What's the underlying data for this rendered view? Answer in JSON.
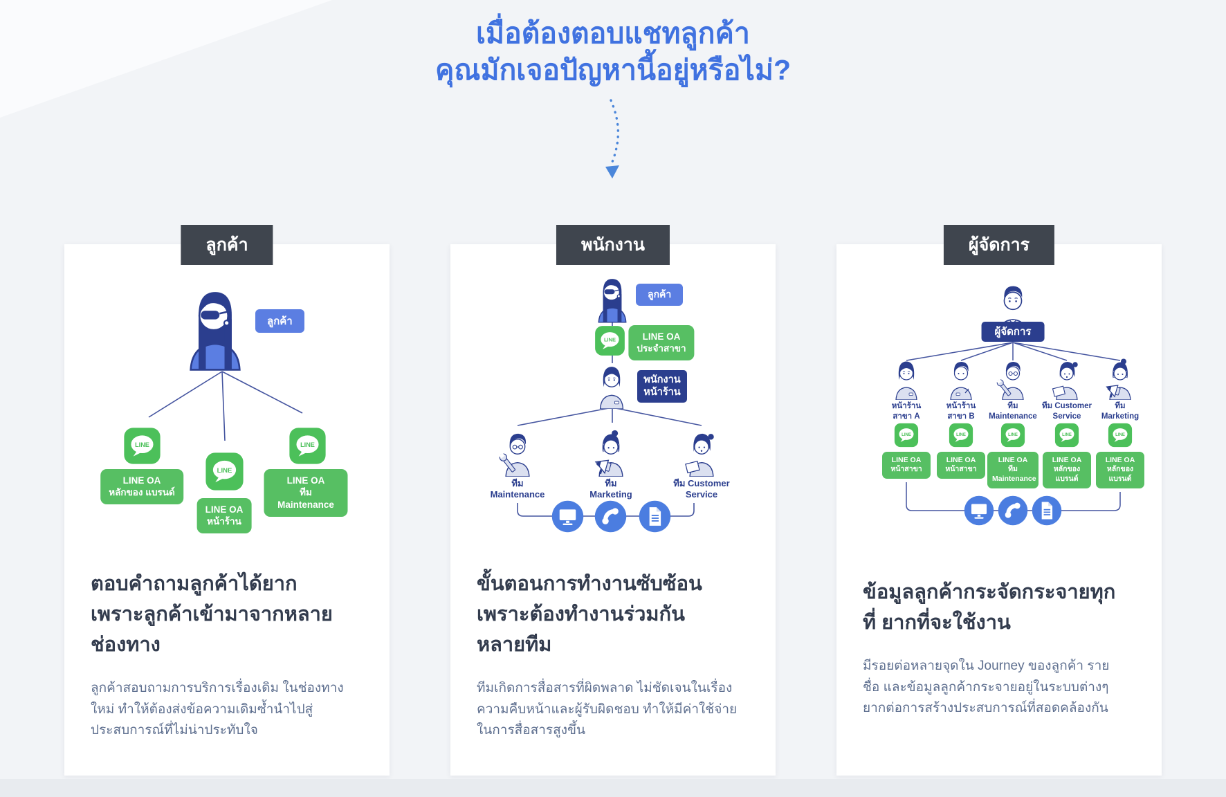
{
  "header": {
    "title_line1": "เมื่อต้องตอบแชทลูกค้า",
    "title_line2": "คุณมักเจอปัญหานี้อยู่หรือไม่?"
  },
  "line_logo": "LINE",
  "colors": {
    "accent_blue": "#4072e0",
    "badge_dark": "#3f454e",
    "line_green": "#4cc05a",
    "label_green": "#57bf63",
    "navy": "#2b3e8e",
    "tag_blue": "#5b7ee2",
    "heading_text": "#333c4e",
    "body_text": "#5e6f8f",
    "page_bg": "#f2f4f7",
    "channel_circle_blue": "#4b7de0"
  },
  "cards": [
    {
      "badge": "ลูกค้า",
      "diagram": {
        "person_label": "ลูกค้า",
        "oa_labels": [
          "LINE OA\nหลักของ แบรนด์",
          "LINE OA\nหน้าร้าน",
          "LINE OA\nทีม Maintenance"
        ]
      },
      "heading_lines": [
        "ตอบคำถามลูกค้าได้ยาก",
        "เพราะลูกค้าเข้ามาจากหลาย",
        "ช่องทาง"
      ],
      "body_lines": [
        "ลูกค้าสอบถามการบริการเรื่องเดิม ในช่องทาง",
        "ใหม่ ทำให้ต้องส่งข้อความเดิมซ้ำนำไปสู่",
        "ประสบการณ์ที่ไม่น่าประทับใจ"
      ]
    },
    {
      "badge": "พนักงาน",
      "diagram": {
        "customer_label": "ลูกค้า",
        "oa_label": "LINE OA\nประจำสาขา",
        "staff_label": "พนักงาน\nหน้าร้าน",
        "teams": [
          "ทีม\nMaintenance",
          "ทีม\nMarketing",
          "ทีม Customer\nService"
        ],
        "channels": [
          "monitor-icon",
          "phone-icon",
          "document-icon"
        ]
      },
      "heading_lines": [
        "ขั้นตอนการทำงานซับซ้อน",
        "เพราะต้องทำงานร่วมกัน",
        "หลายทีม"
      ],
      "body_lines": [
        "ทีมเกิดการสื่อสารที่ผิดพลาด ไม่ชัดเจนในเรื่อง",
        "ความคืบหน้าและผู้รับผิดชอบ ทำให้มีค่าใช้จ่าย",
        "ในการสื่อสารสูงขึ้น"
      ]
    },
    {
      "badge": "ผู้จัดการ",
      "diagram": {
        "manager_label": "ผู้จัดการ",
        "members": [
          {
            "name": "หน้าร้าน\nสาขา A",
            "oa": "LINE OA\nหน้าสาขา"
          },
          {
            "name": "หน้าร้าน\nสาขา B",
            "oa": "LINE OA\nหน้าสาขา"
          },
          {
            "name": "ทีม\nMaintenance",
            "oa": "LINE OA\nทีม\nMaintenance"
          },
          {
            "name": "ทีม Customer\nService",
            "oa": "LINE OA\nหลักของ\nแบรนด์"
          },
          {
            "name": "ทีม\nMarketing",
            "oa": "LINE OA\nหลักของ\nแบรนด์"
          }
        ],
        "channels": [
          "monitor-icon",
          "phone-icon",
          "document-icon"
        ]
      },
      "heading_lines": [
        "ข้อมูลลูกค้ากระจัดกระจายทุก",
        "ที่ ยากที่จะใช้งาน"
      ],
      "body_lines": [
        "มีรอยต่อหลายจุดใน Journey ของลูกค้า ราย",
        "ชื่อ และข้อมูลลูกค้ากระจายอยู่ในระบบต่างๆ",
        "ยากต่อการสร้างประสบการณ์ที่สอดคล้องกัน"
      ]
    }
  ]
}
